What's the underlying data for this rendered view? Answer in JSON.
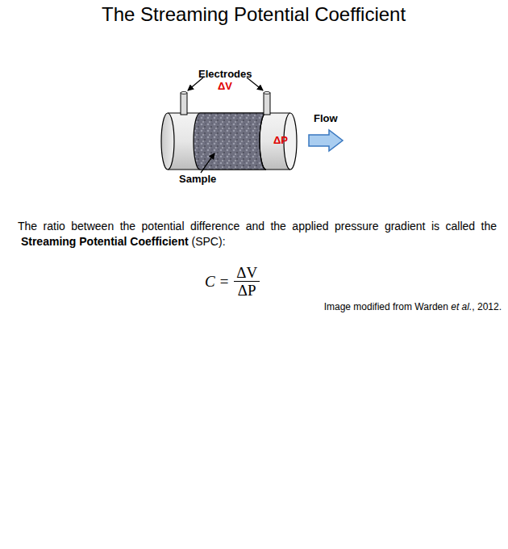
{
  "diagram": {
    "title": "The Streaming Potential Coefficient",
    "labels": [
      "Electrodes",
      "ΔV",
      "ΔP",
      "Flow",
      "Sample",
      "The ratio between the potential difference and the applied pressure gradient is called the",
      "Streaming Potential Coefficient",
      "(SPC):",
      "C =",
      "ΔV",
      "ΔP",
      "Image modified from Warden",
      "et al.",
      ", 2012."
    ]
  }
}
